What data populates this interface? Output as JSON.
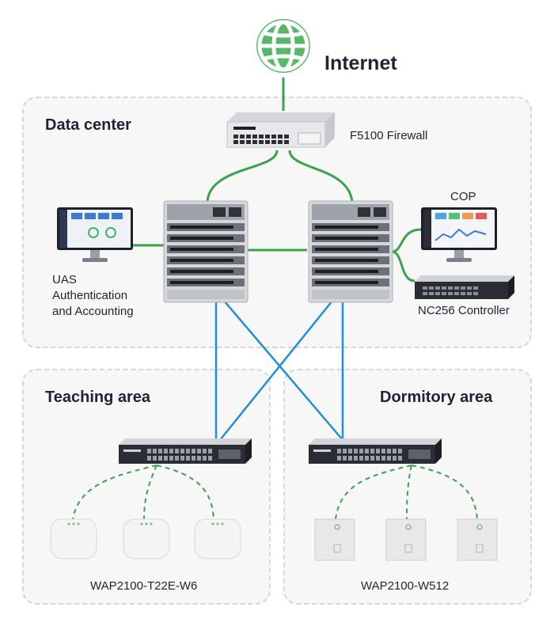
{
  "internet": {
    "label": "Internet",
    "icon": "globe-icon"
  },
  "regions": {
    "data_center": {
      "title": "Data center"
    },
    "teaching": {
      "title": "Teaching area"
    },
    "dormitory": {
      "title": "Dormitory area"
    }
  },
  "devices": {
    "firewall": {
      "label": "F5100 Firewall"
    },
    "uas": {
      "line1": "UAS",
      "line2": "Authentication",
      "line3": "and Accounting"
    },
    "cop": {
      "label": "COP"
    },
    "controller": {
      "label": "NC256 Controller"
    },
    "teaching_aps": {
      "label": "WAP2100-T22E-W6",
      "count": 3
    },
    "dormitory_aps": {
      "label": "WAP2100-W512",
      "count": 3
    }
  },
  "colors": {
    "green_link": "#3aa34a",
    "blue_link": "#1f8fd6",
    "region_border": "#d6d6d6",
    "region_bg": "#f7f7f7"
  }
}
